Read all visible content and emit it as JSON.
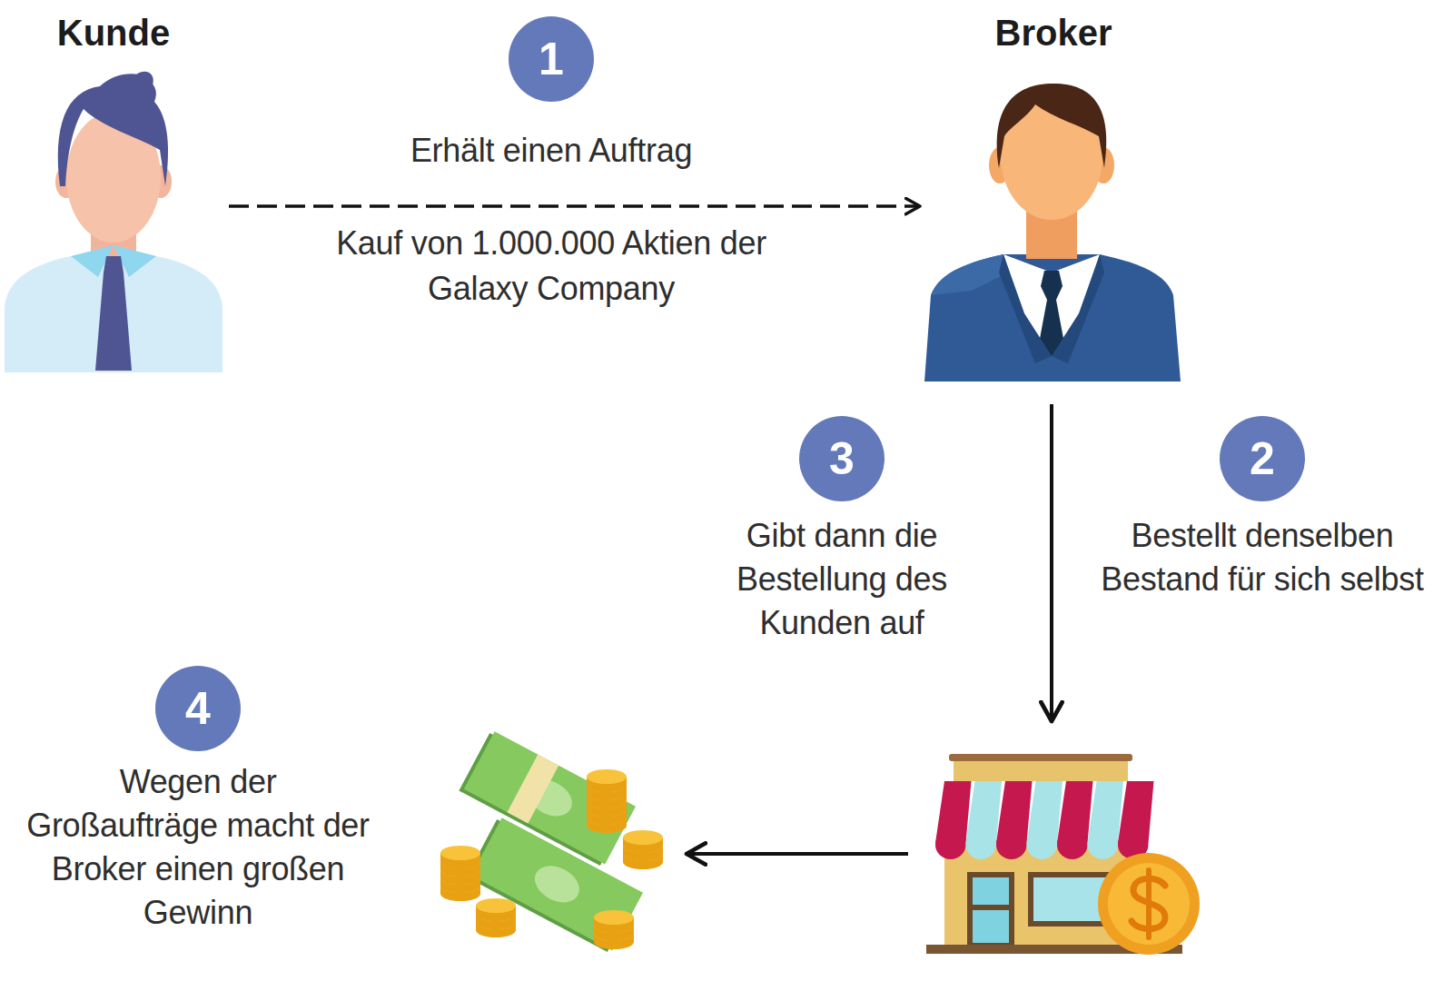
{
  "diagram": {
    "nodes": [
      {
        "text": [
          "Kunde"
        ]
      },
      {
        "text": [
          "Broker"
        ]
      },
      {
        "text": [
          "1",
          "Erhält einen Auftrag"
        ]
      },
      {
        "text": [
          "2",
          "Bestellt denselben Bestand für sich selbst"
        ]
      },
      {
        "text": [
          "3",
          "Gibt dann die Bestellung des Kunden auf"
        ]
      },
      {
        "text": [
          "4",
          "Wegen der Großaufträge macht der Broker einen großen Gewinn"
        ]
      }
    ],
    "edges": [
      {
        "from": 0,
        "to": 1,
        "arrow": "to",
        "label": "Kauf von 1.000.000 Aktien der Galaxy Company"
      }
    ]
  }
}
